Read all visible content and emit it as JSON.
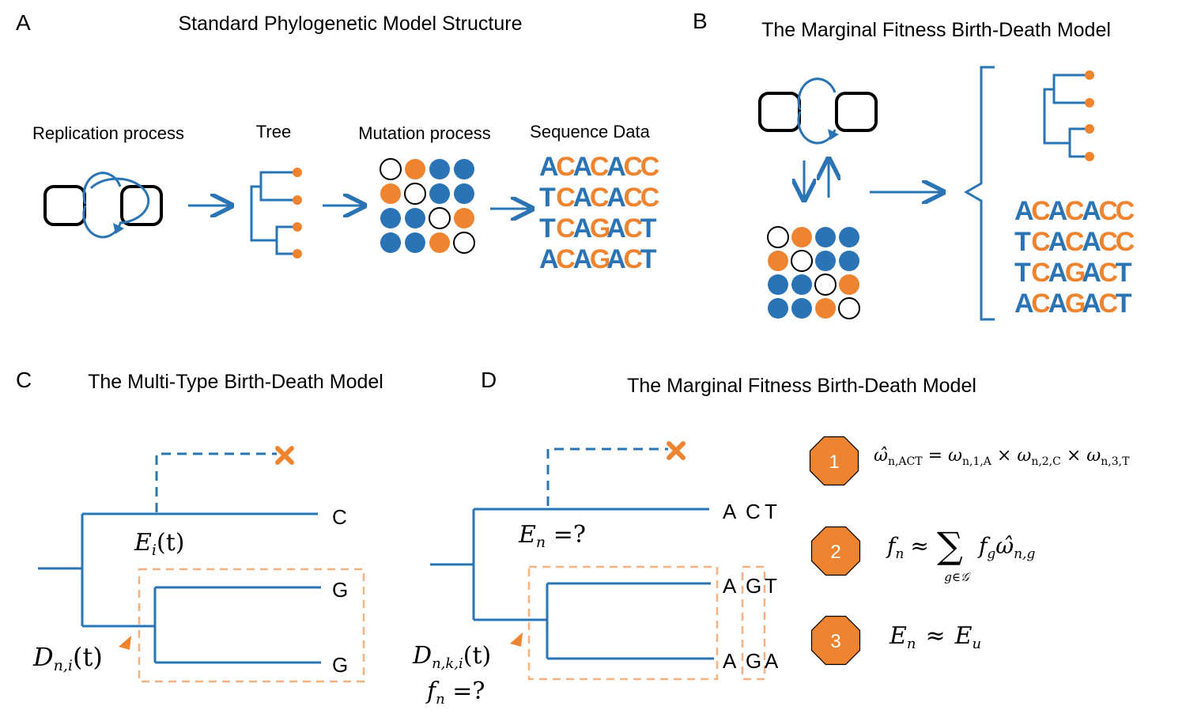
{
  "colors": {
    "blue": "#2a74b5",
    "orange": "#ef8430",
    "dash_box": "#f4b183",
    "black": "#000000"
  },
  "panel_a": {
    "letter": "A",
    "title": "Standard Phylogenetic Model Structure",
    "labels": {
      "replication": "Replication process",
      "tree": "Tree",
      "mutation": "Mutation process",
      "sequence": "Sequence Data"
    },
    "sequences": [
      [
        "A",
        "C",
        "A",
        "C",
        "A",
        "C",
        "C"
      ],
      [
        "T",
        "C",
        "A",
        "C",
        "A",
        "C",
        "C"
      ],
      [
        "T",
        "C",
        "A",
        "G",
        "A",
        "C",
        "T"
      ],
      [
        "A",
        "C",
        "A",
        "G",
        "A",
        "C",
        "T"
      ]
    ],
    "sequence_colors": [
      [
        "blue",
        "orange",
        "blue",
        "orange",
        "blue",
        "orange",
        "orange"
      ],
      [
        "blue",
        "orange",
        "blue",
        "orange",
        "blue",
        "orange",
        "orange"
      ],
      [
        "blue",
        "orange",
        "blue",
        "orange",
        "blue",
        "orange",
        "blue"
      ],
      [
        "blue",
        "orange",
        "blue",
        "orange",
        "blue",
        "orange",
        "blue"
      ]
    ],
    "matrix": [
      [
        "open",
        "orange",
        "blue",
        "blue"
      ],
      [
        "orange",
        "open",
        "blue",
        "blue"
      ],
      [
        "blue",
        "blue",
        "open",
        "orange"
      ],
      [
        "blue",
        "blue",
        "orange",
        "open"
      ]
    ]
  },
  "panel_b": {
    "letter": "B",
    "title": "The Marginal Fitness Birth-Death Model"
  },
  "panel_c": {
    "letter": "C",
    "title": "The Multi-Type Birth-Death Model",
    "tip_labels": [
      "C",
      "G",
      "G"
    ],
    "extinct_label": "E",
    "extinct_sub": "i",
    "extinct_arg": "(t)",
    "d_label": "D",
    "d_sub": "n,i",
    "d_arg": "(t)"
  },
  "panel_d": {
    "letter": "D",
    "title": "The Marginal Fitness Birth-Death Model",
    "tip_labels": [
      [
        "A",
        "C",
        "T"
      ],
      [
        "A",
        "G",
        "T"
      ],
      [
        "A",
        "G",
        "A"
      ]
    ],
    "extinct_label": "E",
    "extinct_sub": "n",
    "extinct_rest": " =?",
    "d_label": "D",
    "d_sub": "n,k,i",
    "d_arg": "(t)",
    "f_label": "f",
    "f_sub": "n",
    "f_rest": " =?",
    "steps": [
      {
        "number": "1",
        "lhs": "ω̂",
        "lhs_sub": "n,ACT",
        "eq": "=",
        "t1": "ω",
        "t1_sub": "n,1,A",
        "times": "×",
        "t2": "ω",
        "t2_sub": "n,2,C",
        "t3": "ω",
        "t3_sub": "n,3,T"
      },
      {
        "number": "2",
        "lhs": "f",
        "lhs_sub": "n",
        "approx": "≈",
        "sum": "∑",
        "sum_sub": "g∈𝒢",
        "term": "f",
        "term_sub": "g",
        "term2": "ω̂",
        "term2_sub": "n,g"
      },
      {
        "number": "3",
        "lhs": "E",
        "lhs_sub": "n",
        "approx": "≈",
        "rhs": "E",
        "rhs_sub": "u"
      }
    ]
  }
}
